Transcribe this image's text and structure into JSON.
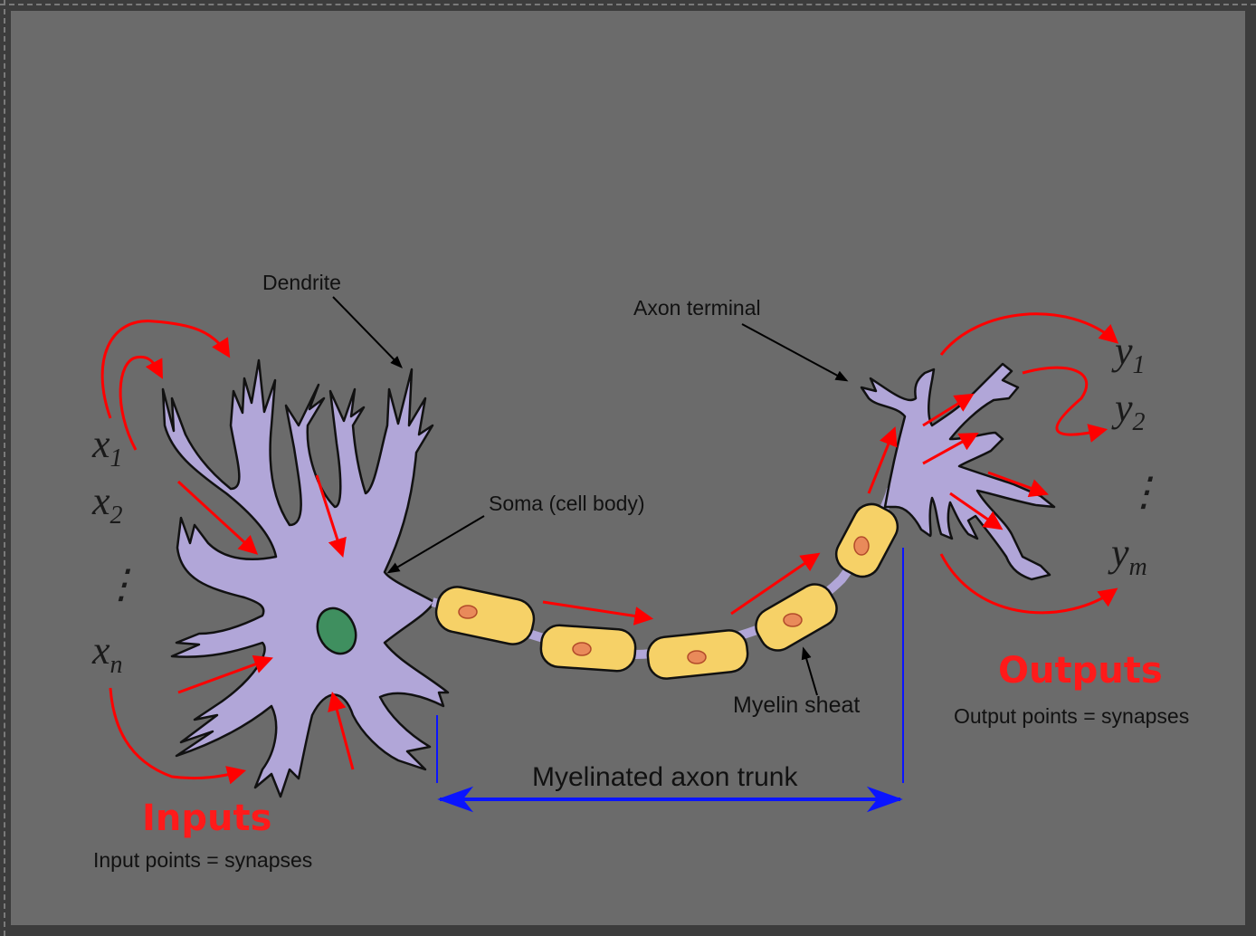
{
  "labels": {
    "dendrite": "Dendrite",
    "axon_terminal": "Axon terminal",
    "soma": "Soma (cell body)",
    "myelin_sheath": "Myelin sheat",
    "axon_trunk": "Myelinated axon trunk"
  },
  "inputs": {
    "title": "Inputs",
    "caption": "Input points = synapses",
    "vars": [
      {
        "base": "x",
        "sub": "1"
      },
      {
        "base": "x",
        "sub": "2"
      },
      {
        "base": "x",
        "sub": "n"
      }
    ],
    "dots": "⋮"
  },
  "outputs": {
    "title": "Outputs",
    "caption": "Output points = synapses",
    "vars": [
      {
        "base": "y",
        "sub": "1"
      },
      {
        "base": "y",
        "sub": "2"
      },
      {
        "base": "y",
        "sub": "m"
      }
    ],
    "dots": "⋮"
  },
  "colors": {
    "background": "#6b6b6b",
    "neuron": "#b1a6d8",
    "nucleus": "#3f8f5f",
    "myelin": "#f6d167",
    "myelin_nucleus": "#e98a5a",
    "signal_arrow": "#ff0000",
    "trunk_arrow": "#0a14ff"
  }
}
